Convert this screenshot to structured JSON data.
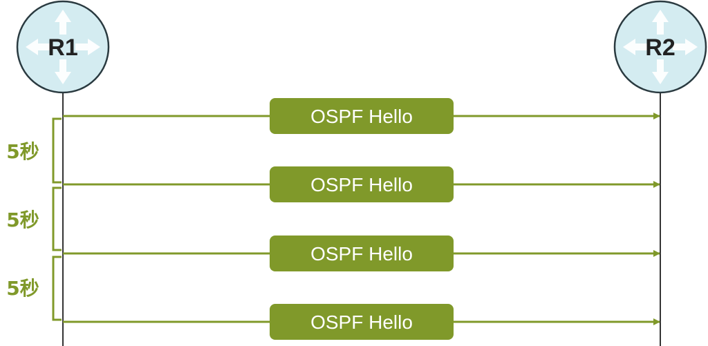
{
  "colors": {
    "accent": "#80992a",
    "lifeline": "#333333",
    "router_fill": "#d4ecf1",
    "router_stroke": "#2a3a40",
    "router_label": "#222222"
  },
  "routers": [
    {
      "id": "r1",
      "label": "R1",
      "icon": "router-icon"
    },
    {
      "id": "r2",
      "label": "R2",
      "icon": "router-icon"
    }
  ],
  "messages": [
    {
      "label": "OSPF Hello"
    },
    {
      "label": "OSPF Hello"
    },
    {
      "label": "OSPF Hello"
    },
    {
      "label": "OSPF Hello"
    }
  ],
  "intervals": [
    {
      "label": "5秒"
    },
    {
      "label": "5秒"
    },
    {
      "label": "5秒"
    }
  ]
}
